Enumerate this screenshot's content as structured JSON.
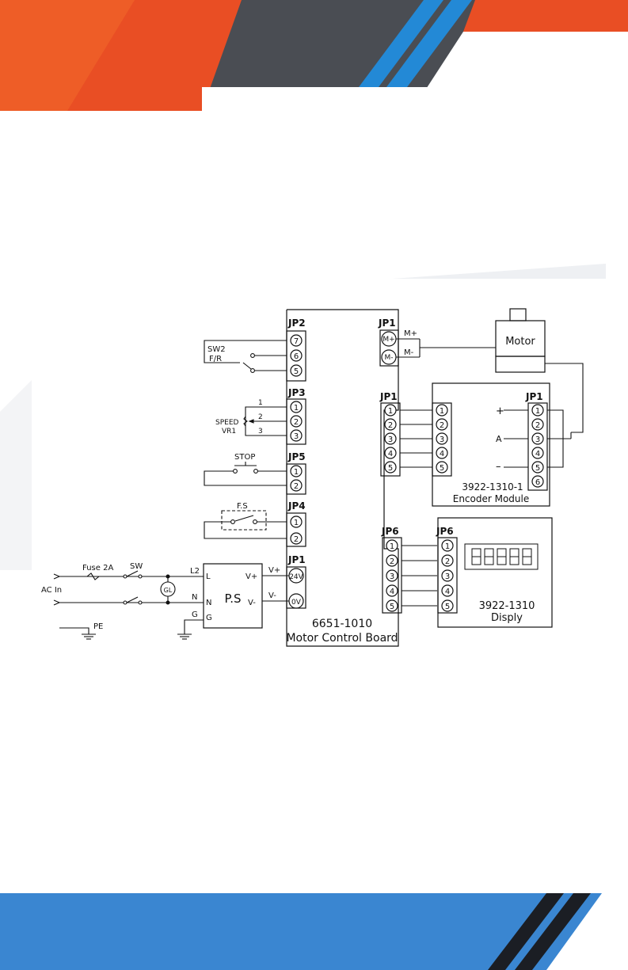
{
  "colors": {
    "header_orange": "#e94e24",
    "header_dark": "#4a4d53",
    "accent_blue": "#2389d6",
    "footer_blue": "#3a86d1",
    "stripe_dark": "#1b1e24",
    "line": "#111111"
  },
  "board": {
    "model": "6651-1010",
    "name": "Motor Control Board",
    "jp2": {
      "label": "JP2",
      "pins": [
        "7",
        "6",
        "5"
      ]
    },
    "jp3": {
      "label": "JP3",
      "pins": [
        "1",
        "2",
        "3"
      ]
    },
    "jp5": {
      "label": "JP5",
      "pins": [
        "1",
        "2"
      ]
    },
    "jp4": {
      "label": "JP4",
      "pins": [
        "1",
        "2"
      ]
    },
    "jp1_power": {
      "label": "JP1",
      "pins": [
        "24V",
        "0V"
      ]
    },
    "jp1_motor": {
      "label": "JP1",
      "pins": [
        "M+",
        "M-"
      ]
    },
    "jp1_encoder": {
      "label": "JP1",
      "pins": [
        "1",
        "2",
        "3",
        "4",
        "5"
      ]
    },
    "jp6": {
      "label": "JP6",
      "pins": [
        "1",
        "2",
        "3",
        "4",
        "5"
      ]
    }
  },
  "switch_fr": {
    "name": "SW2",
    "sub": "F/R"
  },
  "speed": {
    "name": "SPEED",
    "sub": "VR1",
    "wires": [
      "1",
      "2",
      "3"
    ]
  },
  "stop": {
    "name": "STOP"
  },
  "fs": {
    "name": "F.S"
  },
  "mains": {
    "fuse": "Fuse 2A",
    "sw": "SW",
    "ac_in": "AC In",
    "pe": "PE",
    "gl": "GL",
    "l2": "L2",
    "n": "N",
    "g": "G"
  },
  "ps": {
    "name": "P.S",
    "terms_in": [
      "L",
      "N",
      "G"
    ],
    "terms_out": [
      "V+",
      "V-"
    ],
    "wire_out": [
      "V+",
      "V-"
    ]
  },
  "motor": {
    "name": "Motor",
    "wires": [
      "M+",
      "M-"
    ]
  },
  "encoder": {
    "model": "3922-1310-1",
    "name": "Encoder Module",
    "left_pins": [
      "1",
      "2",
      "3",
      "4",
      "5"
    ],
    "jp": "JP1",
    "right_pins": [
      "1",
      "2",
      "3",
      "4",
      "5",
      "6"
    ],
    "signals": [
      "+",
      "A",
      "–"
    ]
  },
  "display": {
    "model": "3922-1310",
    "name": "Disply",
    "jp": "JP6",
    "pins": [
      "1",
      "2",
      "3",
      "4",
      "5"
    ]
  }
}
